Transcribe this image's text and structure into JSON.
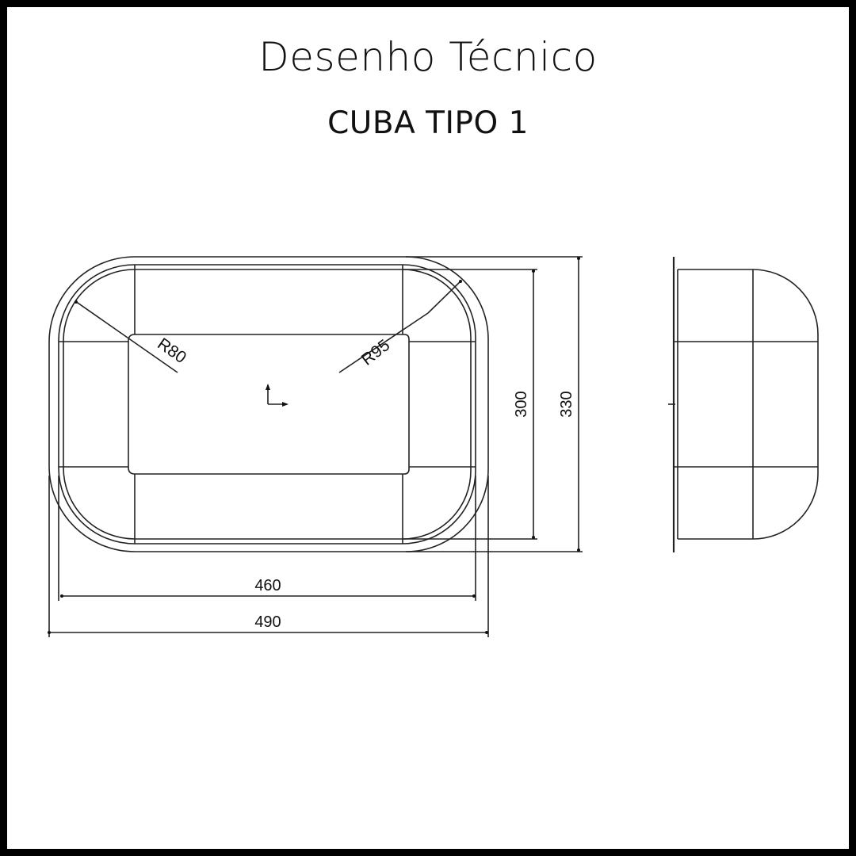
{
  "header": {
    "title": "Desenho Técnico",
    "subtitle": "CUBA TIPO 1"
  },
  "colors": {
    "border": "#000000",
    "line": "#222222",
    "background": "#ffffff"
  },
  "dimensions": {
    "inner_width": "460",
    "outer_width": "490",
    "inner_height": "300",
    "outer_height": "330",
    "radius_left": "R80",
    "radius_right": "R95"
  },
  "views": {
    "top_view": "plan",
    "side_view": "profile"
  }
}
